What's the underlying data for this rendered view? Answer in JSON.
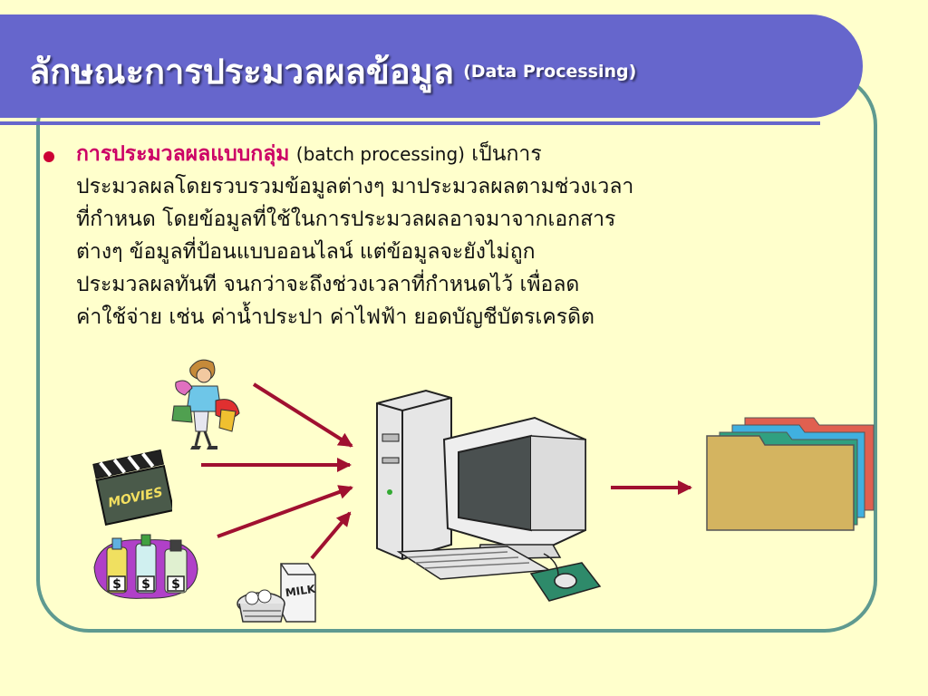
{
  "title": {
    "main": "ลักษณะการประมวลผลข้อมูล",
    "sub": "(Data Processing)"
  },
  "bullet": {
    "highlight": "การประมวลผลแบบกลุ่ม",
    "english": "(batch processing)",
    "line1_rest": "เป็นการ",
    "line2": "ประมวลผลโดยรวบรวมข้อมูลต่างๆ มาประมวลผลตามช่วงเวลา",
    "line3": "ที่กำหนด โดยข้อมูลที่ใช้ในการประมวลผลอาจมาจากเอกสาร",
    "line4": "ต่างๆ ข้อมูลที่ป้อนแบบออนไลน์ แต่ข้อมูลจะยังไม่ถูก",
    "line5": "ประมวลผลทันที จนกว่าจะถึงช่วงเวลาที่กำหนดไว้ เพื่อลด",
    "line6": "ค่าใช้จ่าย เช่น ค่าน้ำประปา ค่าไฟฟ้า ยอดบัญชีบัตรเครดิต"
  },
  "art": {
    "movies_label": "MOVIES",
    "milk_label": "MILK",
    "dollar": "$"
  },
  "colors": {
    "banner": "#6666cc",
    "frame": "#5f9a90",
    "background": "#ffffcc",
    "highlight": "#cc0066",
    "arrow": "#a01030"
  }
}
